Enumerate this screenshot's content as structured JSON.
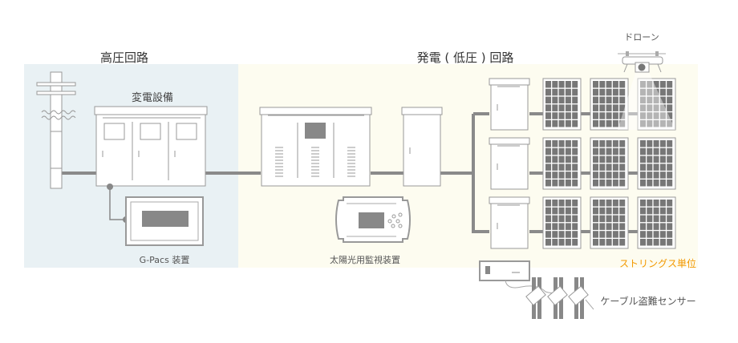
{
  "labels": {
    "high_voltage": "高圧回路",
    "generation": "発電 ( 低圧 ) 回路",
    "drone": "ドローン",
    "substation": "変電設備",
    "gpacs": "G-Pacs 装置",
    "monitor": "太陽光用監視装置",
    "string_unit": "ストリングス単位",
    "cable_sensor": "ケーブル盗難センサー"
  },
  "colors": {
    "high_bg": "#e9f1f4",
    "gen_bg": "#fdfcf0",
    "line": "#8a8a8a",
    "accent": "#f39800"
  }
}
